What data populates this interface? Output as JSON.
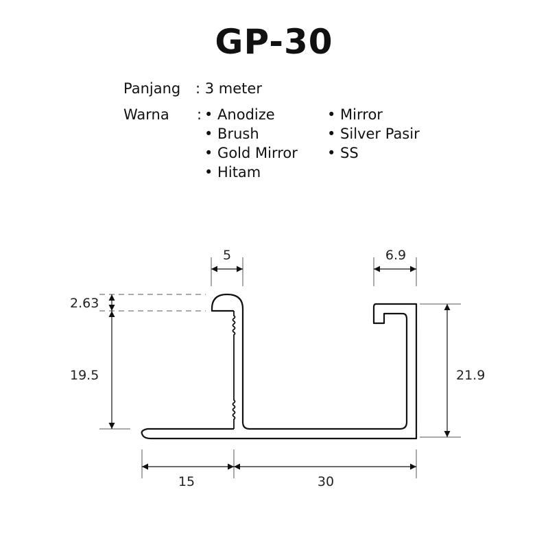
{
  "title": "GP-30",
  "specs": {
    "length_label": "Panjang",
    "length_value": ": 3 meter",
    "color_label": "Warna",
    "color_sep": ":",
    "colors_col1": [
      "• Anodize",
      "• Brush",
      "• Gold Mirror",
      "• Hitam"
    ],
    "colors_col2": [
      "• Mirror",
      "• Silver Pasir",
      "• SS"
    ]
  },
  "dimensions": {
    "lip_width": "5",
    "hook_width": "6.9",
    "lip_height": "2.63",
    "left_height": "19.5",
    "right_height": "21.9",
    "flange_width": "15",
    "channel_width": "30"
  }
}
